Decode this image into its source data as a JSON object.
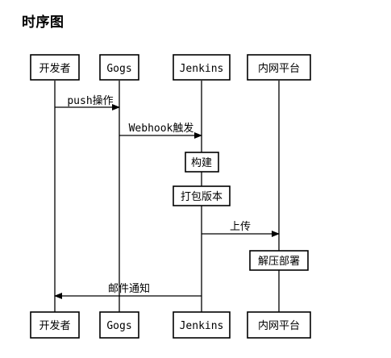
{
  "title": "时序图",
  "participants": [
    {
      "id": "dev",
      "label": "开发者"
    },
    {
      "id": "gogs",
      "label": "Gogs"
    },
    {
      "id": "jenkins",
      "label": "Jenkins"
    },
    {
      "id": "intranet",
      "label": "内网平台"
    }
  ],
  "messages": [
    {
      "from": "dev",
      "to": "gogs",
      "label": "push操作"
    },
    {
      "from": "gogs",
      "to": "jenkins",
      "label": "Webhook触发"
    },
    {
      "from": "jenkins",
      "to": "intranet",
      "label": "上传"
    },
    {
      "from": "jenkins",
      "to": "dev",
      "label": "邮件通知"
    }
  ],
  "notes": [
    {
      "on": "jenkins",
      "label": "构建"
    },
    {
      "on": "jenkins",
      "label": "打包版本"
    },
    {
      "on": "intranet",
      "label": "解压部署"
    }
  ]
}
